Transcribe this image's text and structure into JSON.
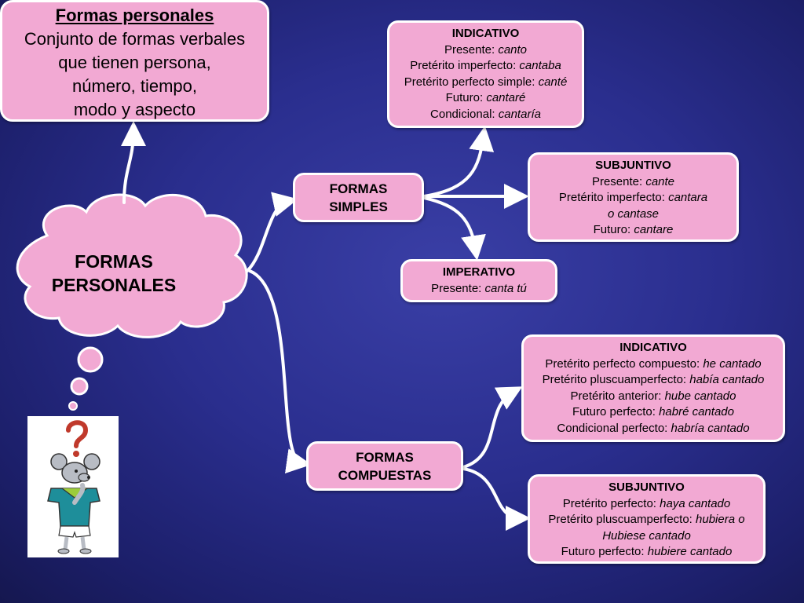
{
  "central": {
    "line1": "FORMAS",
    "line2": "PERSONALES"
  },
  "definition": {
    "title": "Formas personales",
    "lines": [
      "Conjunto de formas verbales",
      "que tienen persona,",
      "número, tiempo,",
      "modo y aspecto"
    ]
  },
  "simples": {
    "label": [
      "FORMAS",
      "SIMPLES"
    ],
    "indicativo": {
      "title": "INDICATIVO",
      "items": [
        {
          "name": "Presente: ",
          "example": "canto"
        },
        {
          "name": "Pretérito imperfecto: ",
          "example": "cantaba"
        },
        {
          "name": "Pretérito perfecto simple: ",
          "example": "canté"
        },
        {
          "name": "Futuro: ",
          "example": "cantaré"
        },
        {
          "name": "Condicional: ",
          "example": "cantaría"
        }
      ]
    },
    "subjuntivo": {
      "title": "SUBJUNTIVO",
      "items": [
        {
          "name": "Presente: ",
          "example": "cante"
        },
        {
          "name": "Pretérito imperfecto: ",
          "example": "cantara"
        },
        {
          "name": "",
          "example": "o cantase"
        },
        {
          "name": "Futuro: ",
          "example": "cantare"
        }
      ]
    },
    "imperativo": {
      "title": "IMPERATIVO",
      "items": [
        {
          "name": "Presente: ",
          "example": "canta tú"
        }
      ]
    }
  },
  "compuestas": {
    "label": [
      "FORMAS",
      "COMPUESTAS"
    ],
    "indicativo": {
      "title": "INDICATIVO",
      "items": [
        {
          "name": "Pretérito perfecto compuesto: ",
          "example": "he cantado"
        },
        {
          "name": "Pretérito pluscuamperfecto: ",
          "example": "había cantado"
        },
        {
          "name": "Pretérito anterior: ",
          "example": "hube cantado"
        },
        {
          "name": "Futuro perfecto: ",
          "example": "habré cantado"
        },
        {
          "name": "Condicional perfecto: ",
          "example": "habría cantado"
        }
      ]
    },
    "subjuntivo": {
      "title": "SUBJUNTIVO",
      "items": [
        {
          "name": "Pretérito perfecto: ",
          "example": "haya cantado"
        },
        {
          "name": "Pretérito pluscuamperfecto: ",
          "example": "hubiera o"
        },
        {
          "name": "",
          "example": "Hubiese cantado"
        },
        {
          "name": "Futuro perfecto: ",
          "example": "hubiere cantado"
        }
      ]
    }
  },
  "colors": {
    "box_fill": "#f2a9d3",
    "box_border": "#ffffff",
    "background": "#2a2e8e",
    "connector": "#ffffff"
  },
  "icons": {
    "character": "mouse-question-icon",
    "thought_bubbles": "thought-bubble-icon"
  }
}
